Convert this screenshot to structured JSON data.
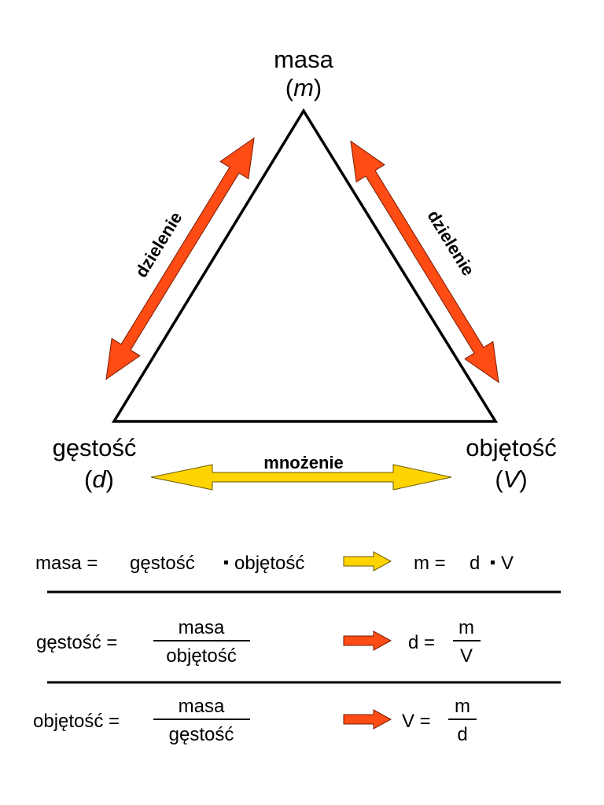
{
  "colors": {
    "red_arrow": "#FF4B14",
    "yellow_arrow": "#FFD400",
    "line": "#000000",
    "background": "#FFFFFF"
  },
  "triangle": {
    "top": {
      "name": "masa",
      "symbol": "m"
    },
    "left": {
      "name": "gęstość",
      "symbol": "d"
    },
    "right": {
      "name": "objętość",
      "symbol": "V"
    },
    "left_edge_label": "dzielenie",
    "right_edge_label": "dzielenie",
    "bottom_label": "mnożenie"
  },
  "formulas": {
    "row1": {
      "lhs": "masa =",
      "factor1": "gęstość",
      "dot": "·",
      "factor2": "objętość",
      "result_lhs": "m =",
      "result_f1": "d",
      "result_dot": "·",
      "result_f2": "V"
    },
    "row2": {
      "lhs": "gęstość =",
      "numerator": "masa",
      "denominator": "objętość",
      "result_lhs": "d =",
      "result_num": "m",
      "result_den": "V"
    },
    "row3": {
      "lhs": "objętość =",
      "numerator": "masa",
      "denominator": "gęstość",
      "result_lhs": "V =",
      "result_num": "m",
      "result_den": "d"
    }
  }
}
